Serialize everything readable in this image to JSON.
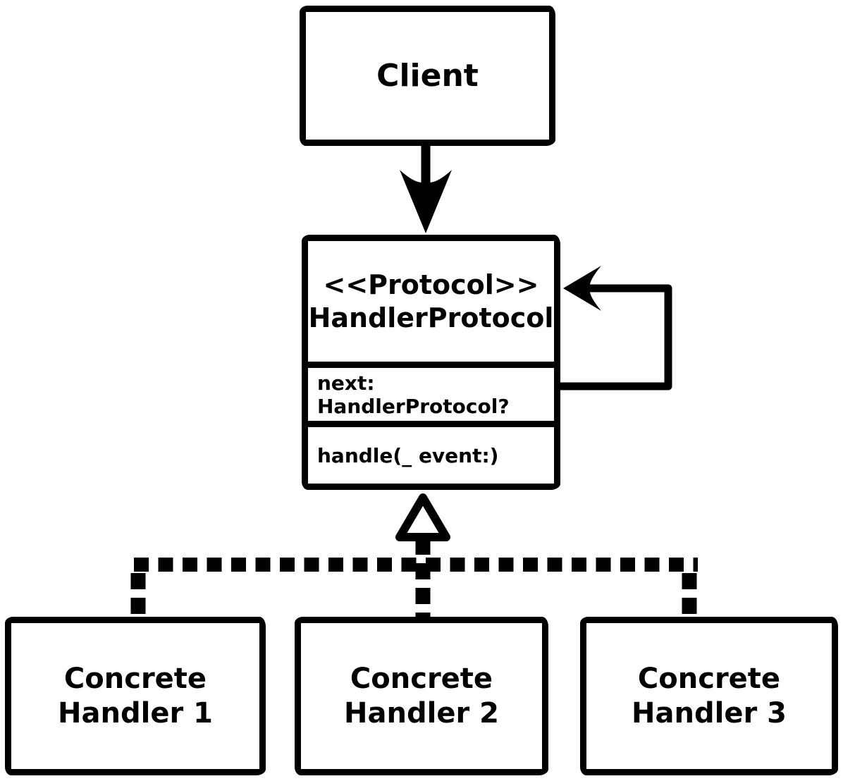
{
  "diagram": {
    "title_semantic": "Chain of Responsibility UML diagram",
    "colors": {
      "ink": "#000000",
      "background": "#ffffff"
    },
    "client": {
      "label": "Client"
    },
    "protocol": {
      "stereotype": "<<Protocol>>",
      "name": "HandlerProtocol",
      "attribute": "next: HandlerProtocol?",
      "method": "handle(_ event:)"
    },
    "handlers": [
      {
        "line1": "Concrete",
        "line2": "Handler 1"
      },
      {
        "line1": "Concrete",
        "line2": "Handler 2"
      },
      {
        "line1": "Concrete",
        "line2": "Handler 3"
      }
    ],
    "relationships": {
      "client_to_protocol": "directed association (solid arrow down)",
      "protocol_self": "self-reference via next (solid loop arrow)",
      "handlers_to_protocol": "realization / conformance (dashed line, hollow triangle)"
    }
  }
}
